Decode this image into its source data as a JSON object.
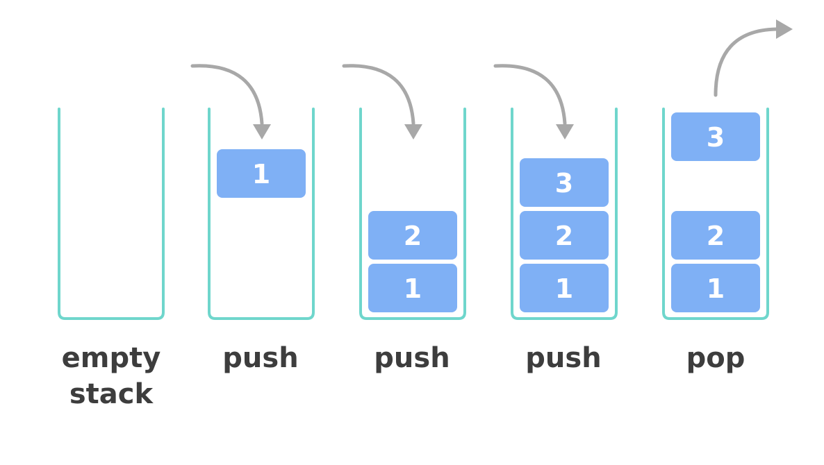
{
  "colors": {
    "container": "#6fd6cc",
    "block": "#7fb0f5",
    "block_text": "#ffffff",
    "arrow": "#a8a8a8",
    "label_text": "#3d3d3d"
  },
  "stages": [
    {
      "label_line1": "empty",
      "label_line2": "stack",
      "blocks": [],
      "arrow": "none"
    },
    {
      "label_line1": "push",
      "label_line2": "",
      "blocks": [
        "1"
      ],
      "arrow": "in"
    },
    {
      "label_line1": "push",
      "label_line2": "",
      "blocks": [
        "1",
        "2"
      ],
      "arrow": "in"
    },
    {
      "label_line1": "push",
      "label_line2": "",
      "blocks": [
        "1",
        "2",
        "3"
      ],
      "arrow": "in"
    },
    {
      "label_line1": "pop",
      "label_line2": "",
      "blocks": [
        "1",
        "2"
      ],
      "popped": "3",
      "arrow": "out"
    }
  ]
}
